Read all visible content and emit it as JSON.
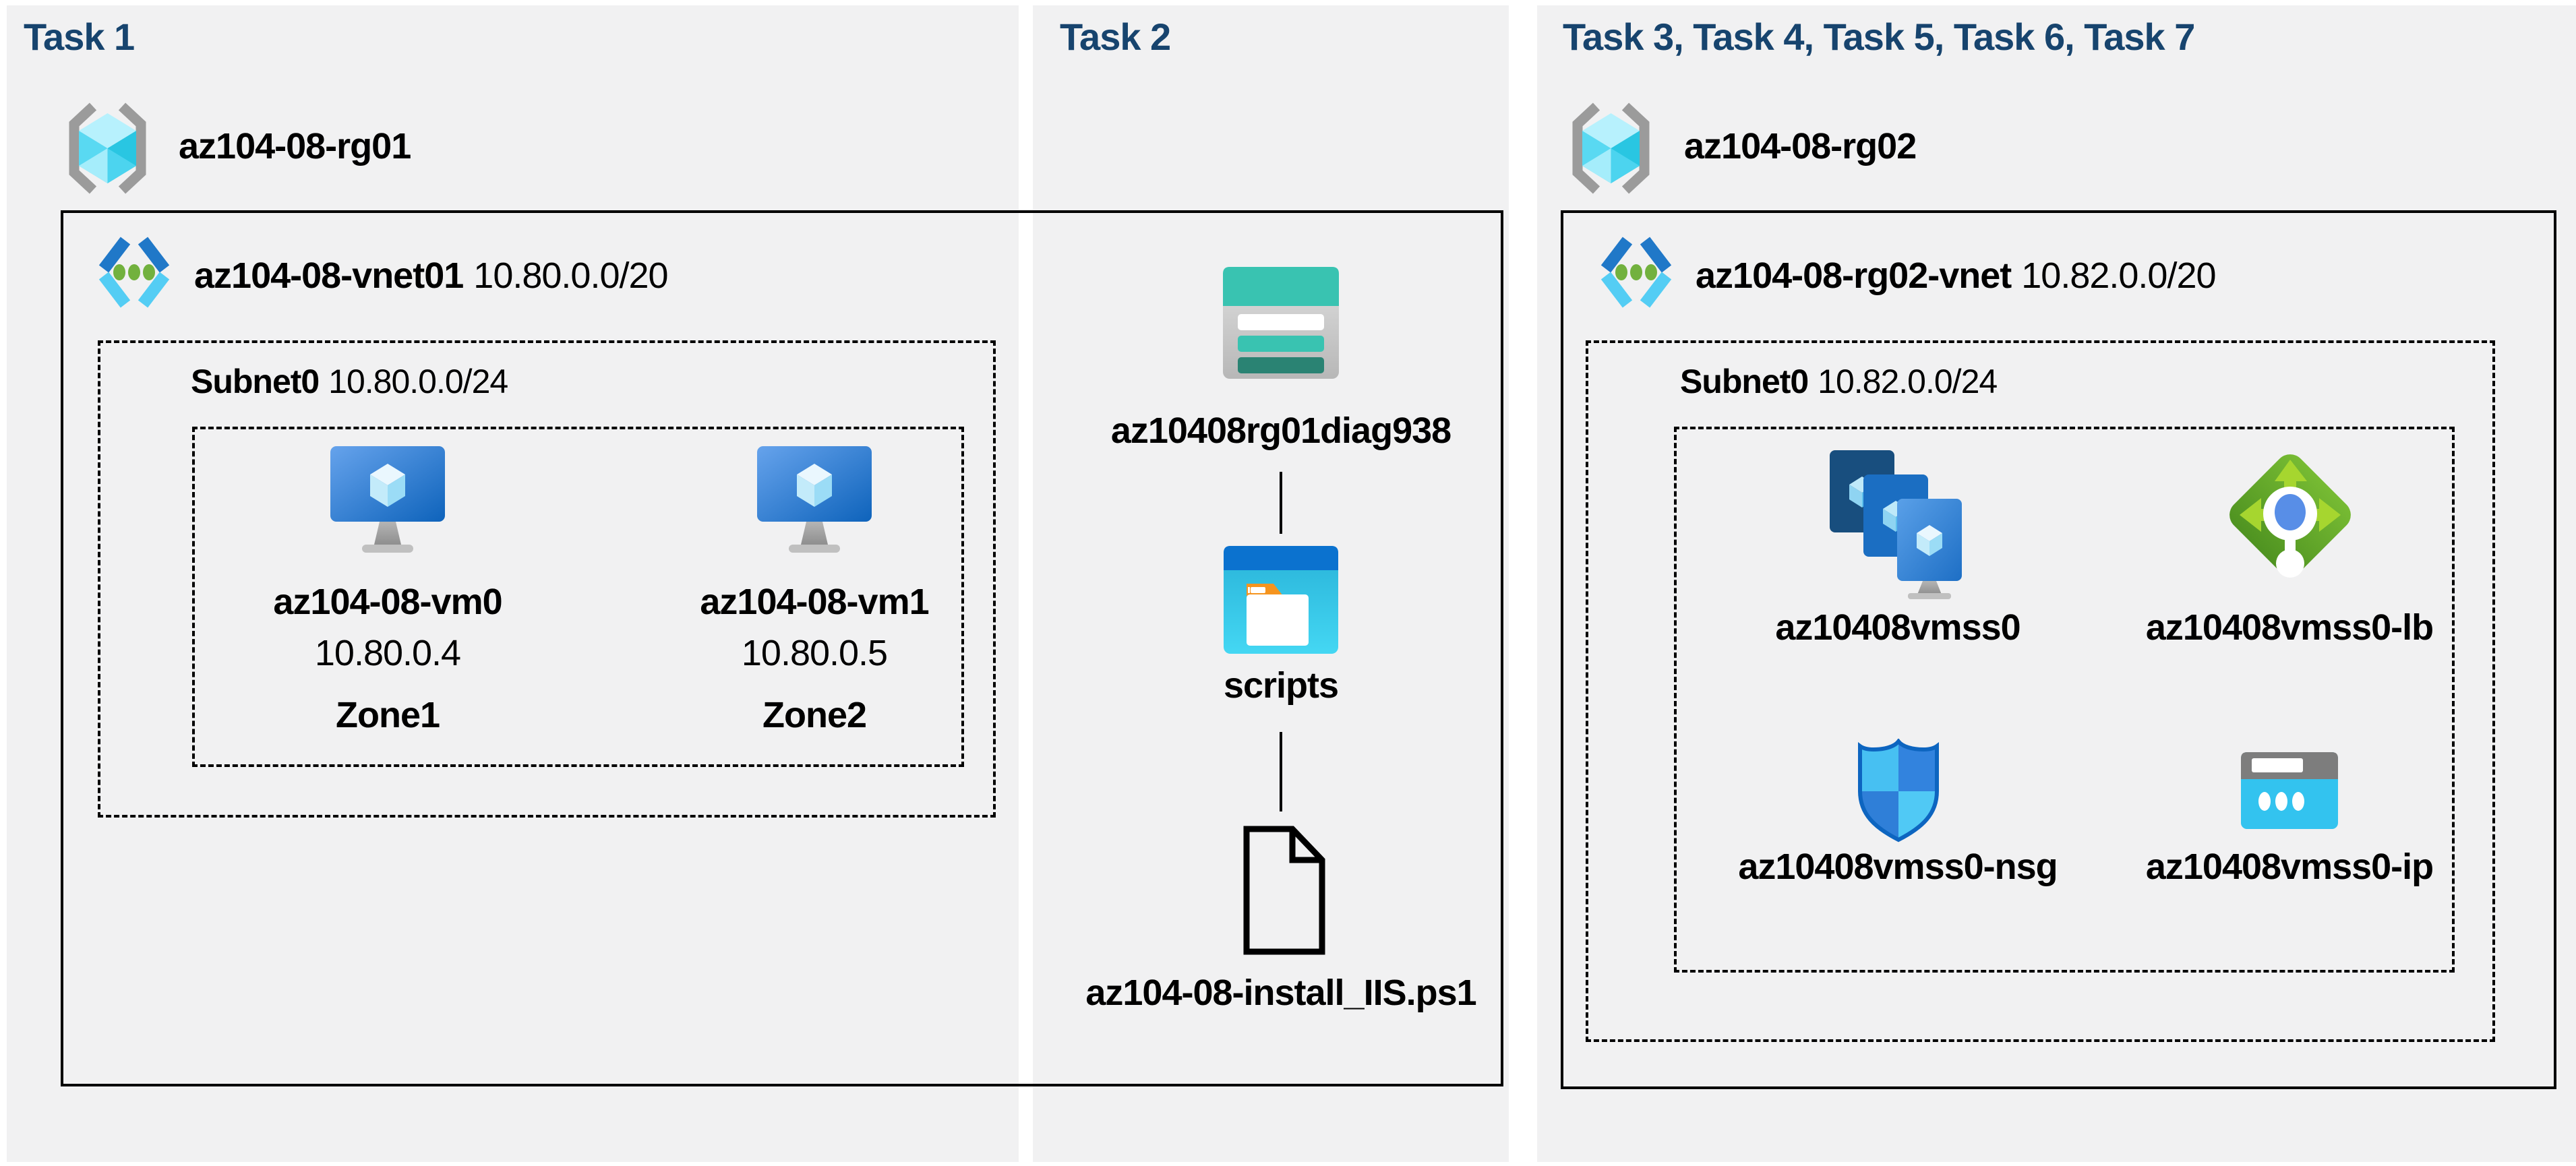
{
  "colors": {
    "title_navy": "#17446e",
    "panel_gray": "#f1f1f2",
    "outline_black": "#000000",
    "storage_teal": "#39c3b1",
    "lb_green": "#6cb32a",
    "vm_blue": "#1166c0",
    "cyan": "#33c3ef"
  },
  "task1": {
    "title": "Task 1",
    "resource_group": "az104-08-rg01",
    "vnet_name": "az104-08-vnet01",
    "vnet_cidr": "10.80.0.0/20",
    "subnet_name": "Subnet0",
    "subnet_cidr": "10.80.0.0/24",
    "vms": [
      {
        "name": "az104-08-vm0",
        "ip": "10.80.0.4",
        "zone": "Zone1"
      },
      {
        "name": "az104-08-vm1",
        "ip": "10.80.0.5",
        "zone": "Zone2"
      }
    ]
  },
  "task2": {
    "title": "Task 2",
    "storage_account": "az10408rg01diag938",
    "container": "scripts",
    "script_file": "az104-08-install_IIS.ps1"
  },
  "task3": {
    "title": "Task 3, Task 4, Task 5, Task 6, Task 7",
    "resource_group": "az104-08-rg02",
    "vnet_name": "az104-08-rg02-vnet",
    "vnet_cidr": "10.82.0.0/20",
    "subnet_name": "Subnet0",
    "subnet_cidr": "10.82.0.0/24",
    "resources": [
      {
        "name": "az10408vmss0",
        "type": "vm-scale-set"
      },
      {
        "name": "az10408vmss0-lb",
        "type": "load-balancer"
      },
      {
        "name": "az10408vmss0-nsg",
        "type": "network-security-group"
      },
      {
        "name": "az10408vmss0-ip",
        "type": "public-ip"
      }
    ]
  }
}
